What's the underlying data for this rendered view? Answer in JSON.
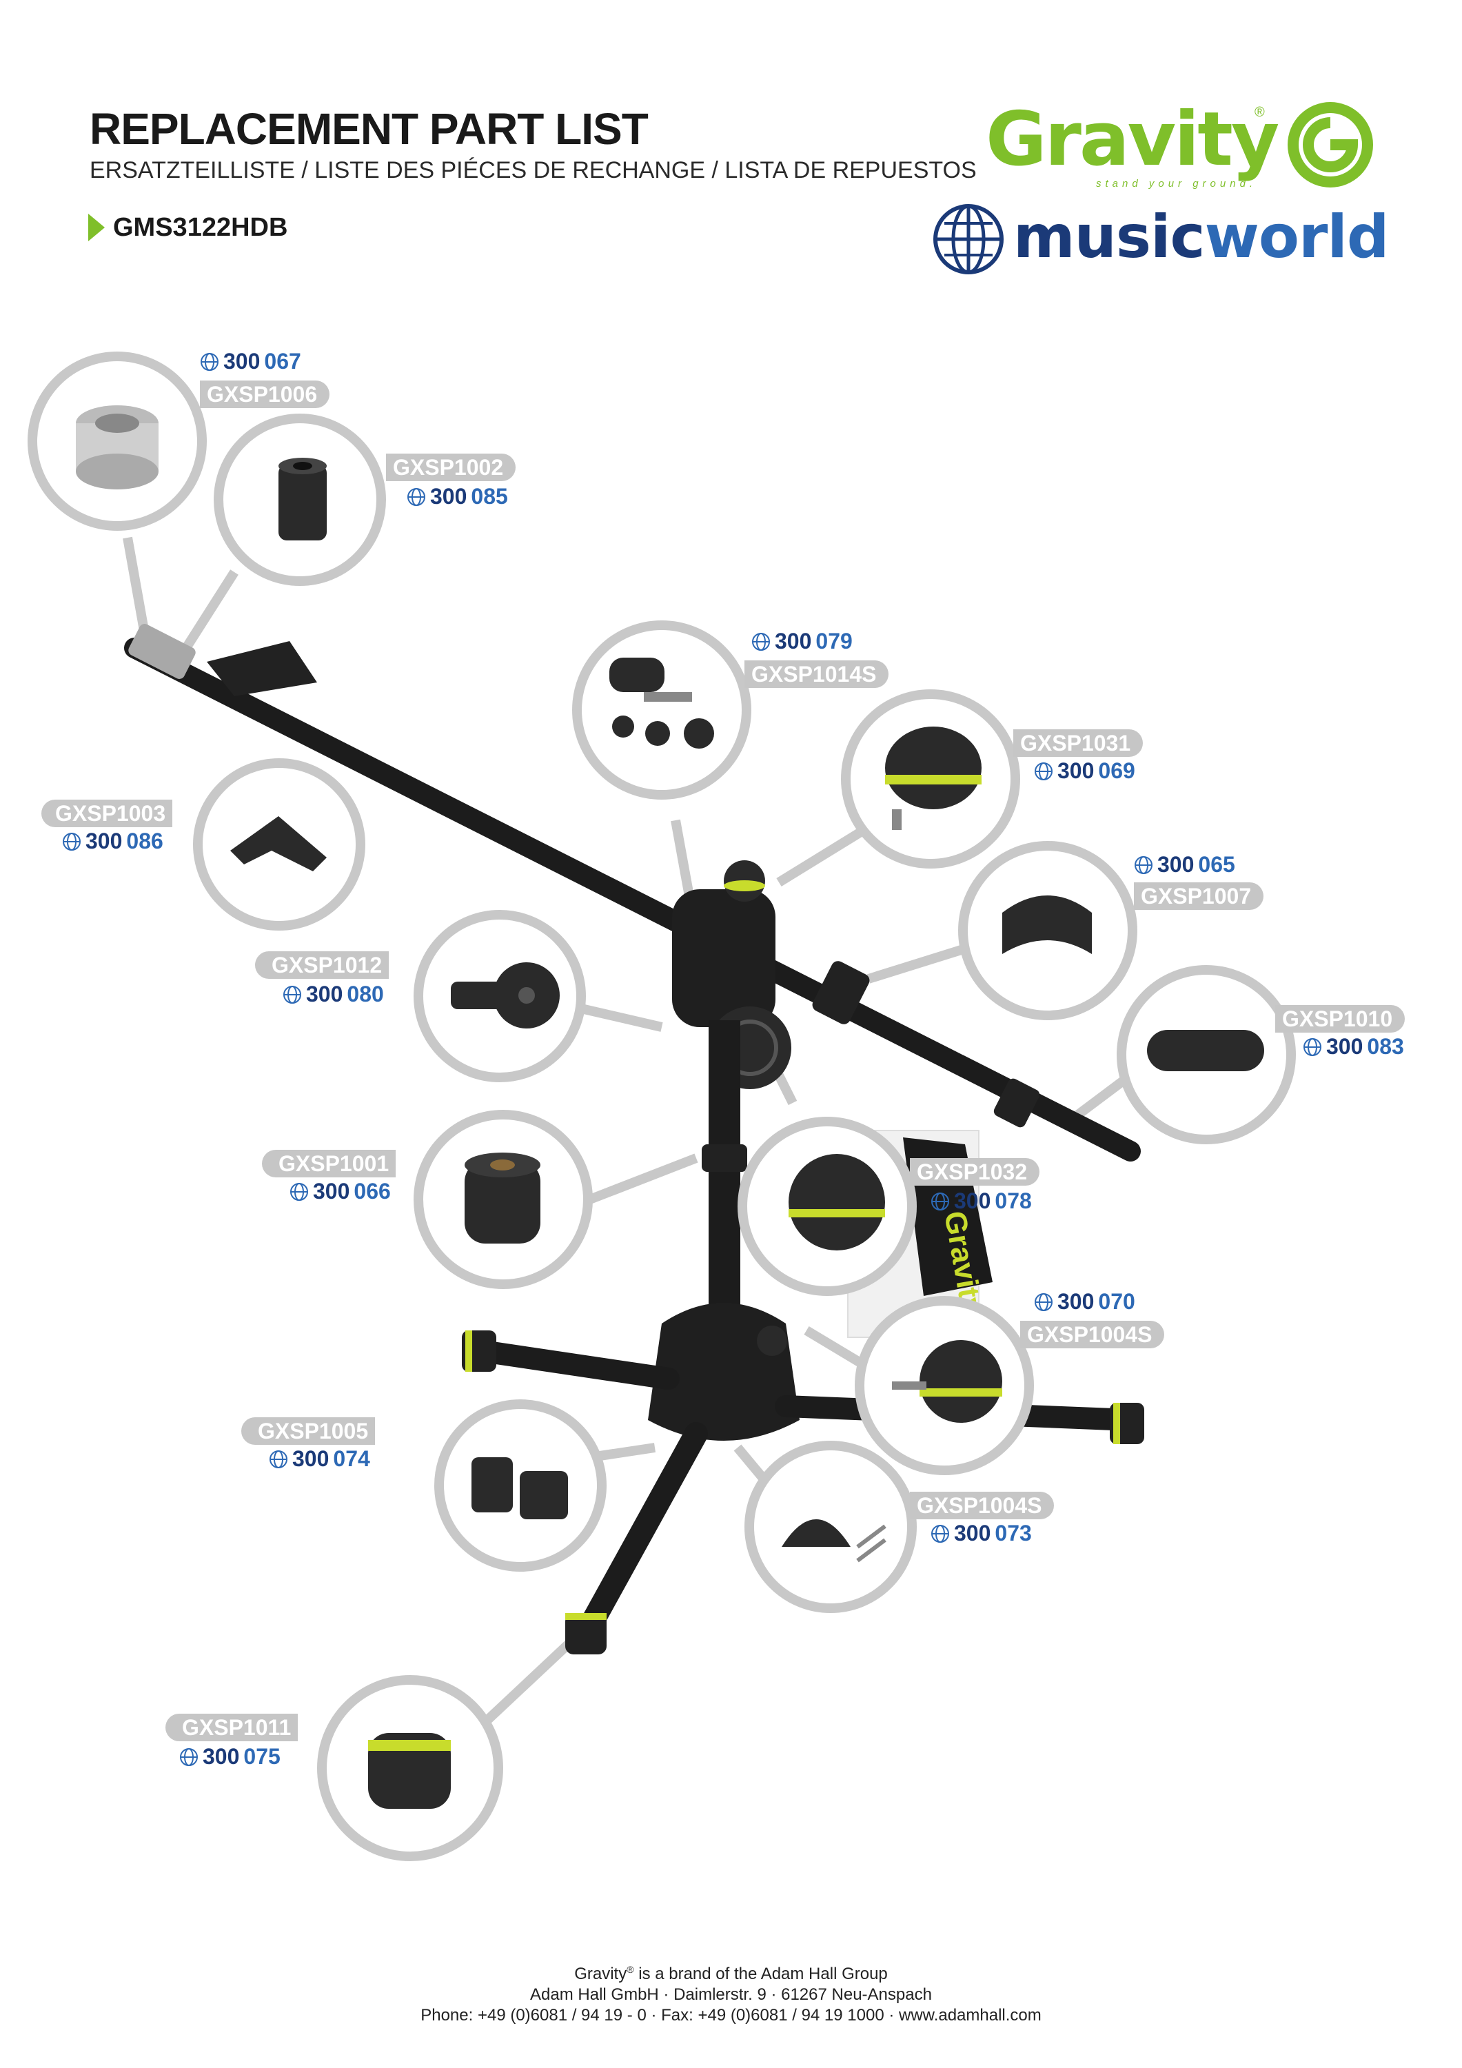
{
  "header": {
    "title": "REPLACEMENT PART LIST",
    "subtitle": "ERSATZTEILLISTE / LISTE DES PIÉCES DE RECHANGE / LISTA DE REPUESTOS",
    "model": "GMS3122HDB"
  },
  "logos": {
    "gravity": {
      "word": "Gravity",
      "tagline": "stand your ground.",
      "reg": "®",
      "color": "#7fbf2a"
    },
    "musicworld": {
      "part1": "music",
      "part2": "world",
      "color1": "#1b3a78",
      "color2": "#2d69b5"
    }
  },
  "parts": [
    {
      "part": "GXSP1006",
      "num_a": "300",
      "num_b": "067"
    },
    {
      "part": "GXSP1002",
      "num_a": "300",
      "num_b": "085"
    },
    {
      "part": "GXSP1014S",
      "num_a": "300",
      "num_b": "079"
    },
    {
      "part": "GXSP1031",
      "num_a": "300",
      "num_b": "069"
    },
    {
      "part": "GXSP1003",
      "num_a": "300",
      "num_b": "086"
    },
    {
      "part": "GXSP1007",
      "num_a": "300",
      "num_b": "065"
    },
    {
      "part": "GXSP1012",
      "num_a": "300",
      "num_b": "080"
    },
    {
      "part": "GXSP1010",
      "num_a": "300",
      "num_b": "083"
    },
    {
      "part": "GXSP1001",
      "num_a": "300",
      "num_b": "066"
    },
    {
      "part": "GXSP1032",
      "num_a": "300",
      "num_b": "078"
    },
    {
      "part": "GXSP1004S",
      "num_a": "300",
      "num_b": "070"
    },
    {
      "part": "GXSP1005",
      "num_a": "300",
      "num_b": "074"
    },
    {
      "part": "GXSP1004S",
      "num_a": "300",
      "num_b": "073"
    },
    {
      "part": "GXSP1011",
      "num_a": "300",
      "num_b": "075"
    }
  ],
  "tag_text": "Gravity",
  "footer": {
    "line1_a": "Gravity",
    "line1_reg": "®",
    "line1_b": " is a brand of the Adam Hall Group",
    "line2": "Adam Hall GmbH · Daimlerstr. 9 · 61267 Neu-Anspach",
    "line3": "Phone: +49 (0)6081 / 94 19 - 0 · Fax: +49 (0)6081 / 94 19 1000 · www.adamhall.com"
  }
}
